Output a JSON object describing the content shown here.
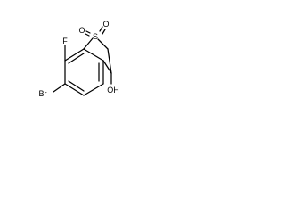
{
  "molecule": {
    "atoms": {
      "bromine": "Br",
      "fluorine": "F",
      "sulfur": "S",
      "oxygen_1": "O",
      "oxygen_2": "O",
      "hydroxyl": "OH"
    }
  }
}
